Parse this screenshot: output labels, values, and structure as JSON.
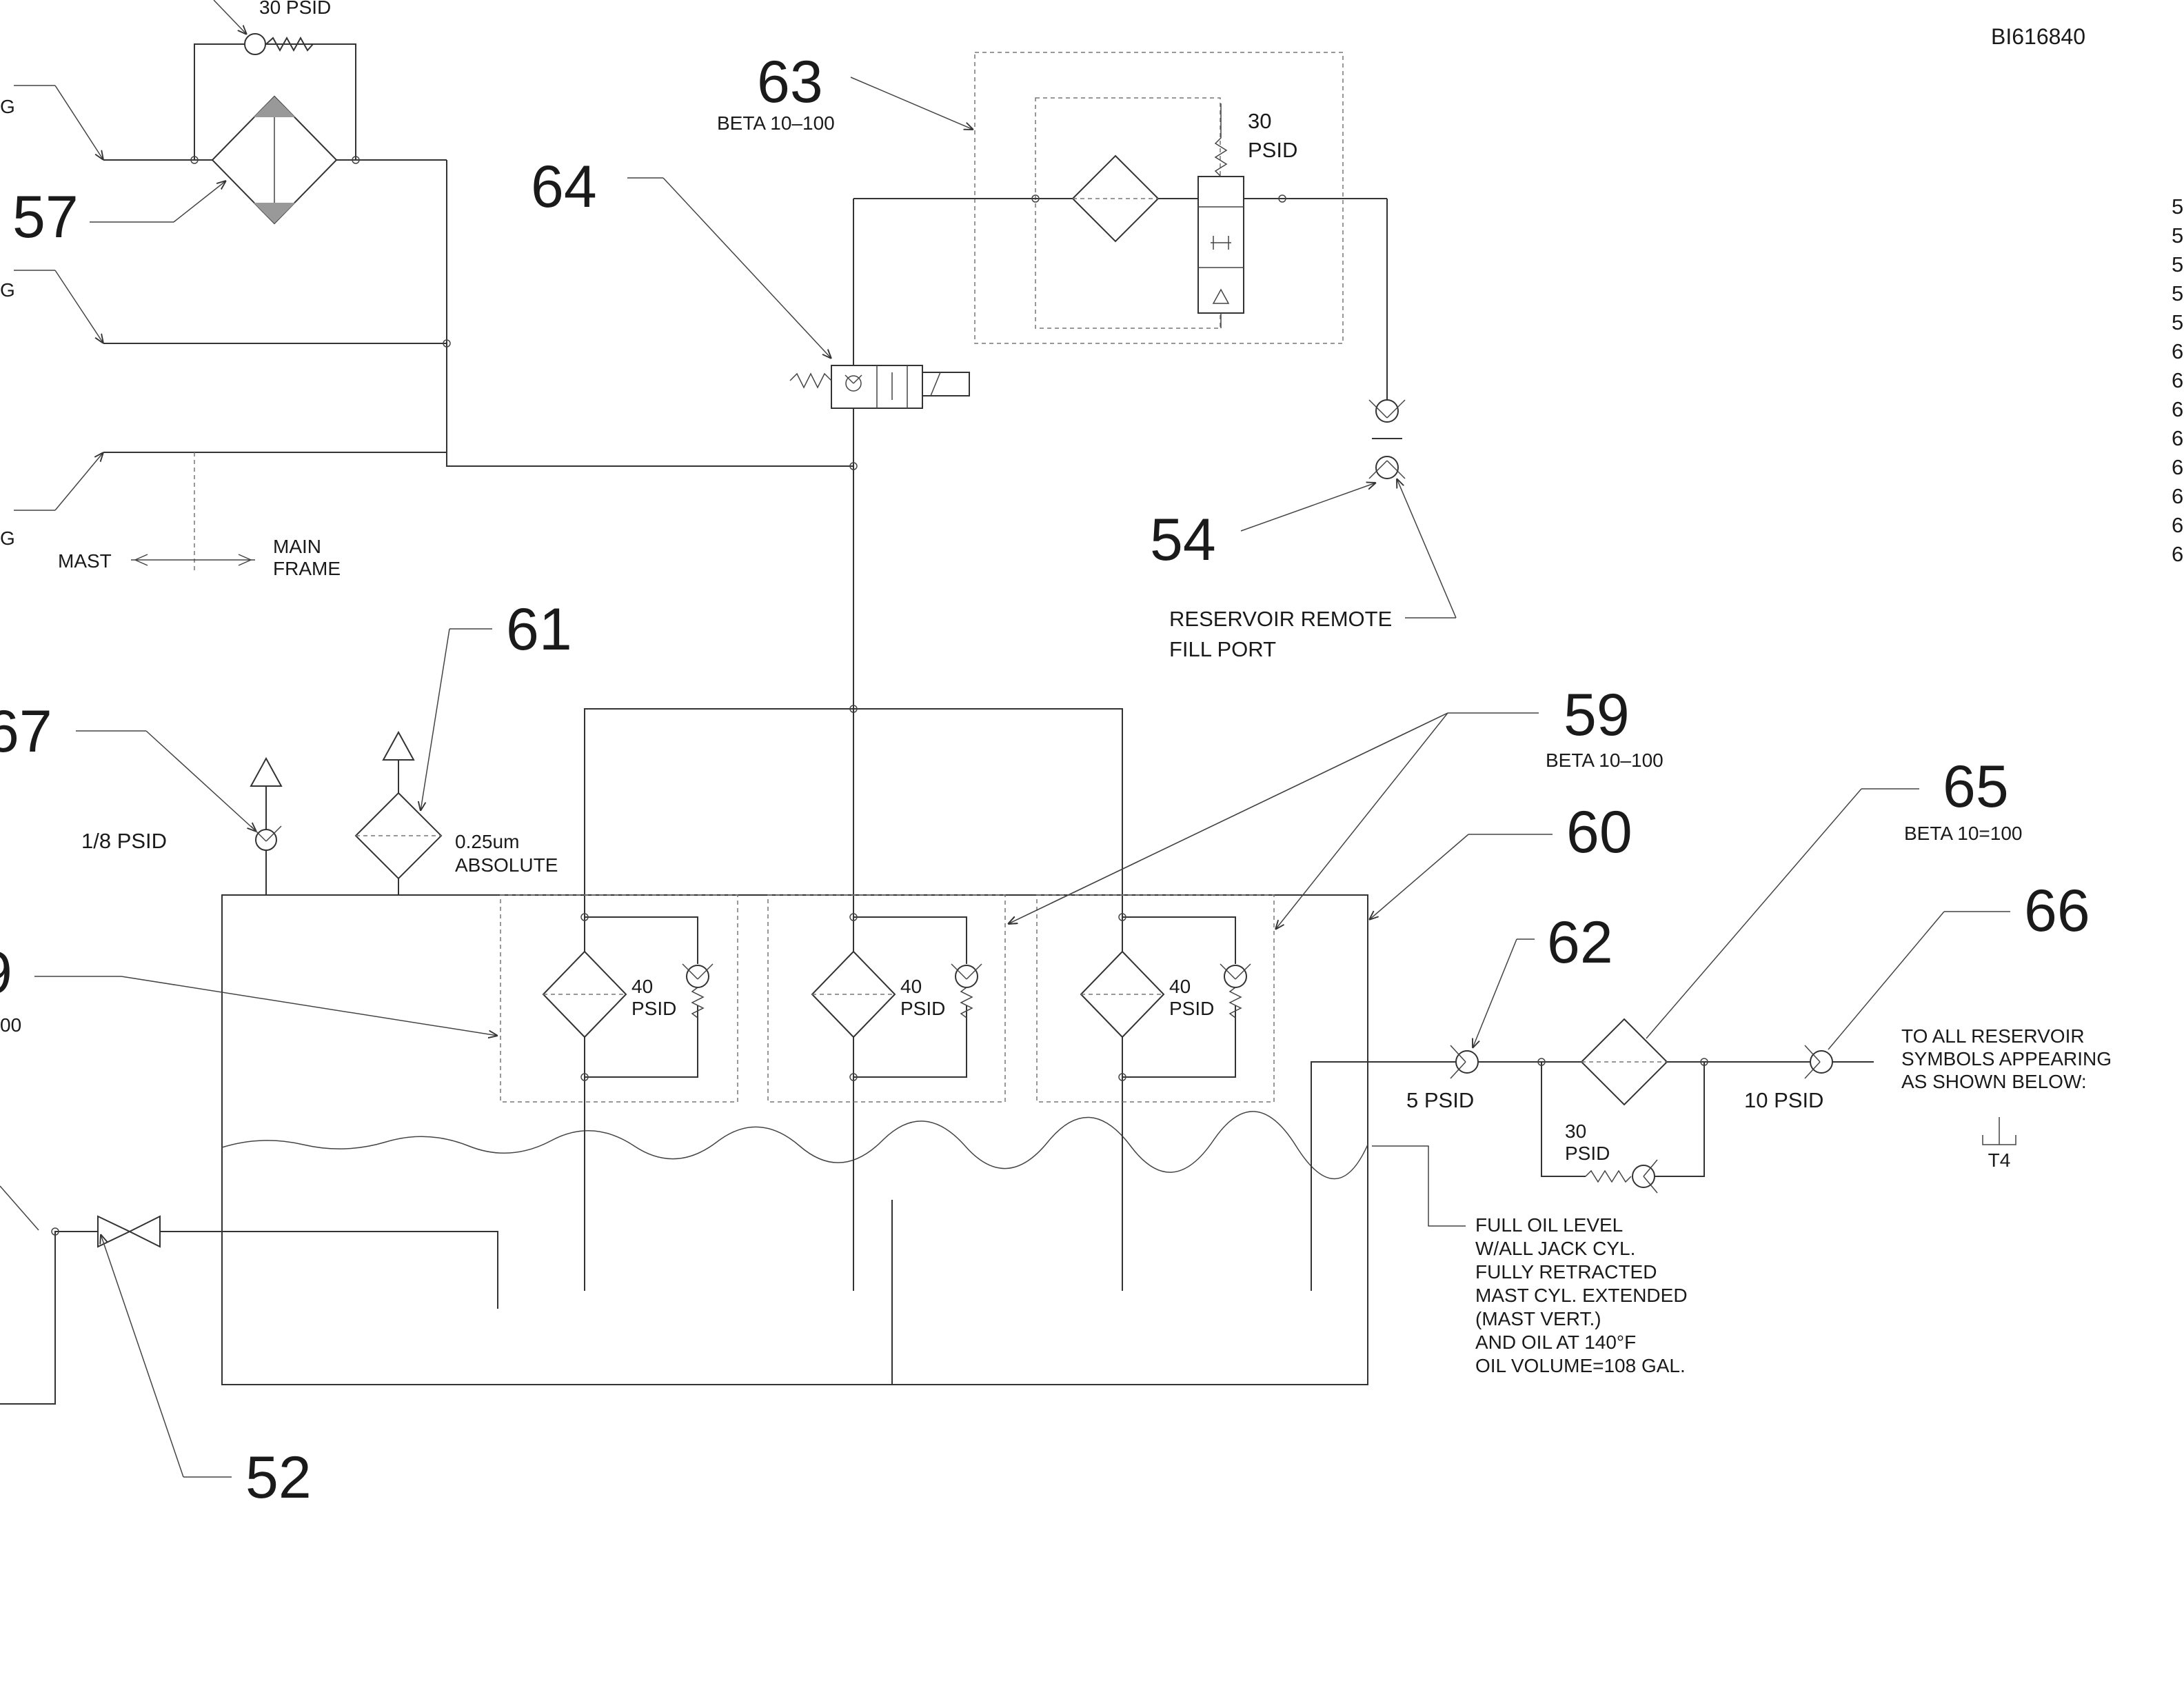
{
  "drawing_id": "BI616840",
  "callouts": {
    "c52": "52",
    "c54": "54",
    "c57": "57",
    "c59": "59",
    "c60": "60",
    "c61": "61",
    "c62": "62",
    "c63": "63",
    "c64": "64",
    "c65": "65",
    "c66": "66",
    "c67": "67",
    "c9": "9"
  },
  "labels": {
    "top_relief": "30 PSID",
    "beta_63": "BETA 10–100",
    "beta_59": "BETA 10–100",
    "beta_65": "BETA 10=100",
    "relief_63_line1": "30",
    "relief_63_line2": "PSID",
    "mast": "MAST",
    "main_frame_line1": "MAIN",
    "main_frame_line2": "FRAME",
    "remote_fill_line1": "RESERVOIR REMOTE",
    "remote_fill_line2": "FILL PORT",
    "breather_check": "1/8 PSID",
    "breather_filter_line1": "0.25um",
    "breather_filter_line2": "ABSOLUTE",
    "filter_bypass_line1": "40",
    "filter_bypass_line2": "PSID",
    "check_62": "5 PSID",
    "check_66": "10 PSID",
    "bypass_65_line1": "30",
    "bypass_65_line2": "PSID",
    "reservoir_symbol_note": [
      "TO ALL RESERVOIR",
      "SYMBOLS APPEARING",
      "AS SHOWN BELOW:"
    ],
    "reservoir_symbol_tag": "T4",
    "oil_level_note": [
      "FULL OIL LEVEL",
      "W/ALL JACK CYL.",
      "FULLY RETRACTED",
      "MAST CYL. EXTENDED",
      "(MAST VERT.)",
      "AND OIL AT 140°F",
      "OIL VOLUME=108 GAL."
    ],
    "left_cut_1": "G",
    "left_cut_2": "G",
    "left_cut_3": "G",
    "left_cut_4": "00",
    "right_edge_digits": [
      "5",
      "5",
      "5",
      "5",
      "5",
      "6",
      "6",
      "6",
      "6",
      "6",
      "6",
      "6",
      "6"
    ]
  }
}
